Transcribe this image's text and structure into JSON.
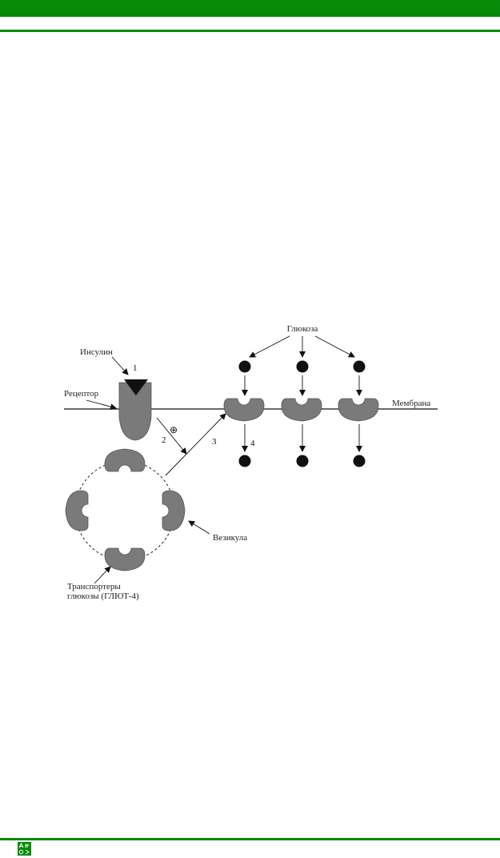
{
  "header": {
    "accent": "#078a07"
  },
  "figure": {
    "labels": {
      "insulin": "Инсулин",
      "receptor": "Рецептор",
      "glucose": "Глюкоза",
      "membrane": "Мембрана",
      "vesicle": "Везикула",
      "transporters_line1": "Транспортеры",
      "transporters_line2": "глюкозы (ГЛЮТ-4)"
    },
    "steps": {
      "s1": "1",
      "s2": "2",
      "s3": "3",
      "s4": "4"
    },
    "plus_symbol": "⊕"
  },
  "footer": {
    "logo_icon": "publisher-logo-icon"
  }
}
